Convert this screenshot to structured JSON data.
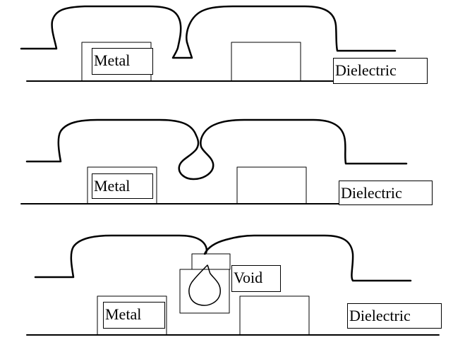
{
  "panels": [
    {
      "metal_label": "Metal",
      "dielectric_label": "Dielectric"
    },
    {
      "metal_label": "Metal",
      "dielectric_label": "Dielectric"
    },
    {
      "metal_label": "Metal",
      "dielectric_label": "Dielectric",
      "void_label": "Void"
    }
  ]
}
